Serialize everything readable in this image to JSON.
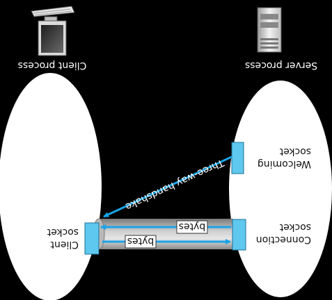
{
  "client": {
    "process_label": "Client process",
    "socket_line1": "Client",
    "socket_line2": "socket"
  },
  "server": {
    "process_label": "Server process",
    "connection_line1": "Connection",
    "connection_line2": "socket",
    "welcoming_line1": "Welcoming",
    "welcoming_line2": "socket"
  },
  "pipe": {
    "bytes_top": "bytes",
    "bytes_bottom": "bytes"
  },
  "handshake_label": "Three-way handshake",
  "colors": {
    "background": "#000000",
    "ellipse_fill": "#ffffff",
    "socket_fill": "#5ec8ee",
    "arrow": "#1aa3e8",
    "pipe": "#c9c9c9"
  }
}
